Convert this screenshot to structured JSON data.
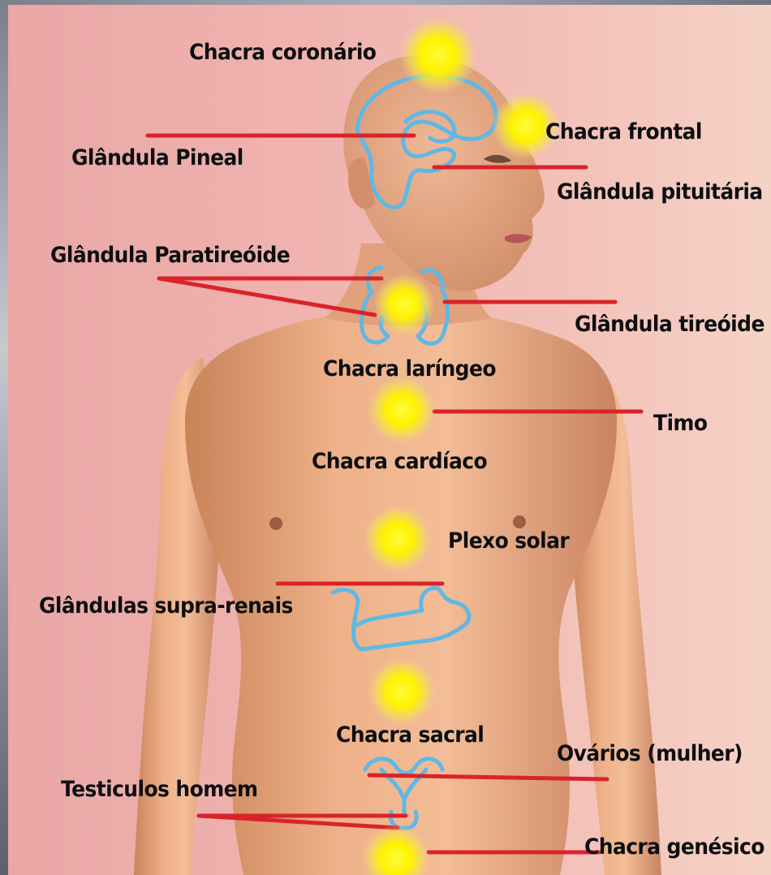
{
  "labels": {
    "chacra_coronario": "Chacra coronário",
    "chacra_frontal": "Chacra frontal",
    "glandula_pineal": "Glândula Pineal",
    "glandula_pituitaria": "Glândula pituitária",
    "glandula_paratireoide": "Glândula Paratireóide",
    "glandula_tireoide": "Glândula tireóide",
    "chacra_laringeo": "Chacra laríngeo",
    "timo": "Timo",
    "chacra_cardiaco": "Chacra cardíaco",
    "plexo_solar": "Plexo solar",
    "glandulas_supra_renais": "Glândulas supra-renais",
    "chacra_sacral": "Chacra sacral",
    "ovarios": "Ovários (mulher)",
    "testiculos": "Testiculos homem",
    "chacra_genesico": "Chacra genésico"
  },
  "colors": {
    "background": "#f0b3af",
    "skin": "#e8a27a",
    "chakra_glow": "#fff200",
    "gland_outline": "#5fb8e6",
    "pointer_line": "#d9232a",
    "label_text": "#0e0e10"
  }
}
